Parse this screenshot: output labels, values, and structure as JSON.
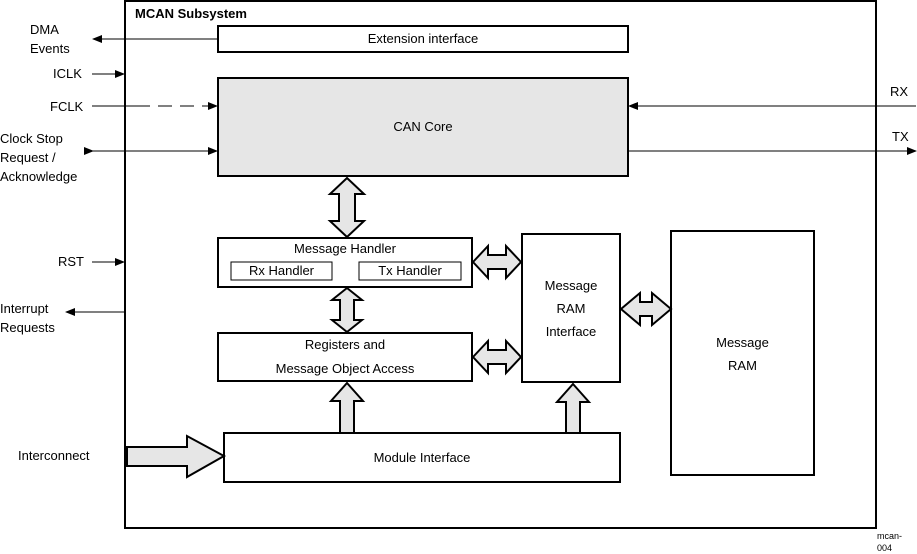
{
  "subsystem_title": "MCAN Subsystem",
  "blocks": {
    "extension": "Extension interface",
    "can_core": "CAN Core",
    "message_handler": "Message Handler",
    "rx_handler": "Rx Handler",
    "tx_handler": "Tx Handler",
    "registers": "Registers and\nMessage Object Access",
    "message_ram_interface": "Message\nRAM\nInterface",
    "message_ram": "Message\nRAM",
    "module_interface": "Module Interface"
  },
  "signals": {
    "dma_events": "DMA\nEvents",
    "iclk": "ICLK",
    "fclk": "FCLK",
    "clock_stop": "Clock Stop\nRequest /\nAcknowledge",
    "rst": "RST",
    "interrupt": "Interrupt\nRequests",
    "interconnect": "Interconnect",
    "rx": "RX",
    "tx": "TX"
  },
  "figure_id": "mcan-004",
  "colors": {
    "core_fill": "#e6e6e6",
    "arrow_fill": "#e6e6e6",
    "line": "#000000"
  }
}
